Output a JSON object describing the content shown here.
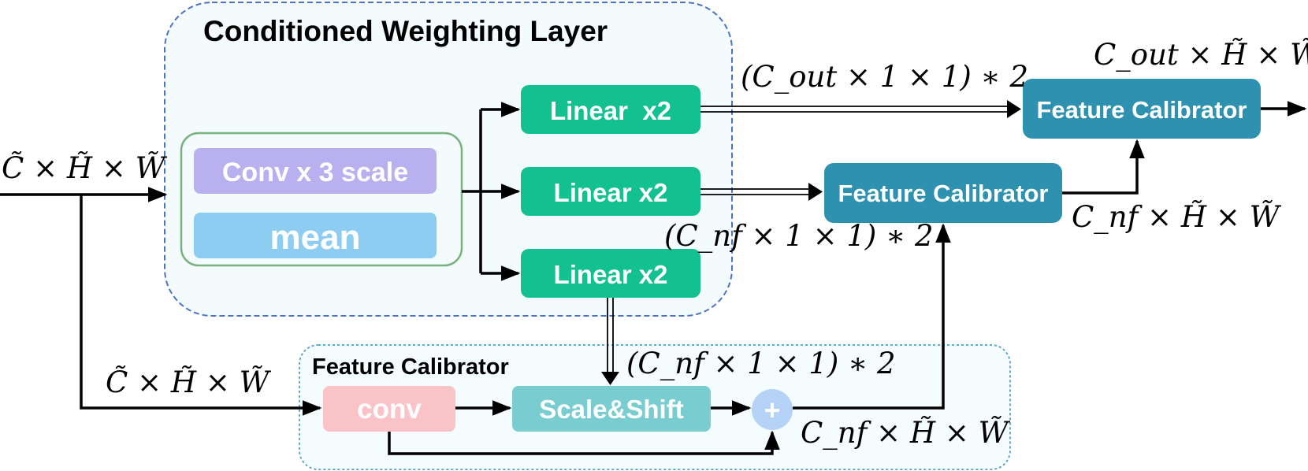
{
  "colors": {
    "linear": "#13c08f",
    "calibrator": "#2f91b0",
    "conv_scale": "#b9b1ef",
    "mean": "#8ecdf2",
    "conv": "#f9c3c8",
    "scale_shift": "#79cdd0",
    "plus": "#b4d3f7",
    "cwl_border": "#4a72c6",
    "cwl_fill": "#f3fbfd",
    "fc_border": "#4f9fc4",
    "fc_fill": "#f5fcfd",
    "inner_border": "#79b27e"
  },
  "diagram": {
    "cwl_title": "Conditioned Weighting Layer",
    "fc_title": "Feature Calibrator",
    "nodes": {
      "conv3": "Conv x 3 scale",
      "mean": "mean",
      "linear1": "Linear  x2",
      "linear2": "Linear x2",
      "linear3": "Linear x2",
      "calib_top": "Feature Calibrator",
      "calib_mid": "Feature Calibrator",
      "conv": "conv",
      "scale_shift": "Scale&Shift",
      "plus": "+"
    },
    "math_labels": {
      "input": "C̃ × H̃ × W̃",
      "input_lower": "C̃ × H̃ × W̃",
      "cout_param": "(C_out × 1 × 1) ∗ 2",
      "cout_shape": "C_out × H̃ × W̃",
      "cnf_param_mid": "(C_nf × 1 × 1) ∗ 2",
      "cnf_shape_mid": "C_nf × H̃ × W̃",
      "cnf_param_low": "(C_nf × 1 × 1) ∗ 2",
      "cnf_shape_low": "C_nf × H̃ × W̃"
    }
  }
}
